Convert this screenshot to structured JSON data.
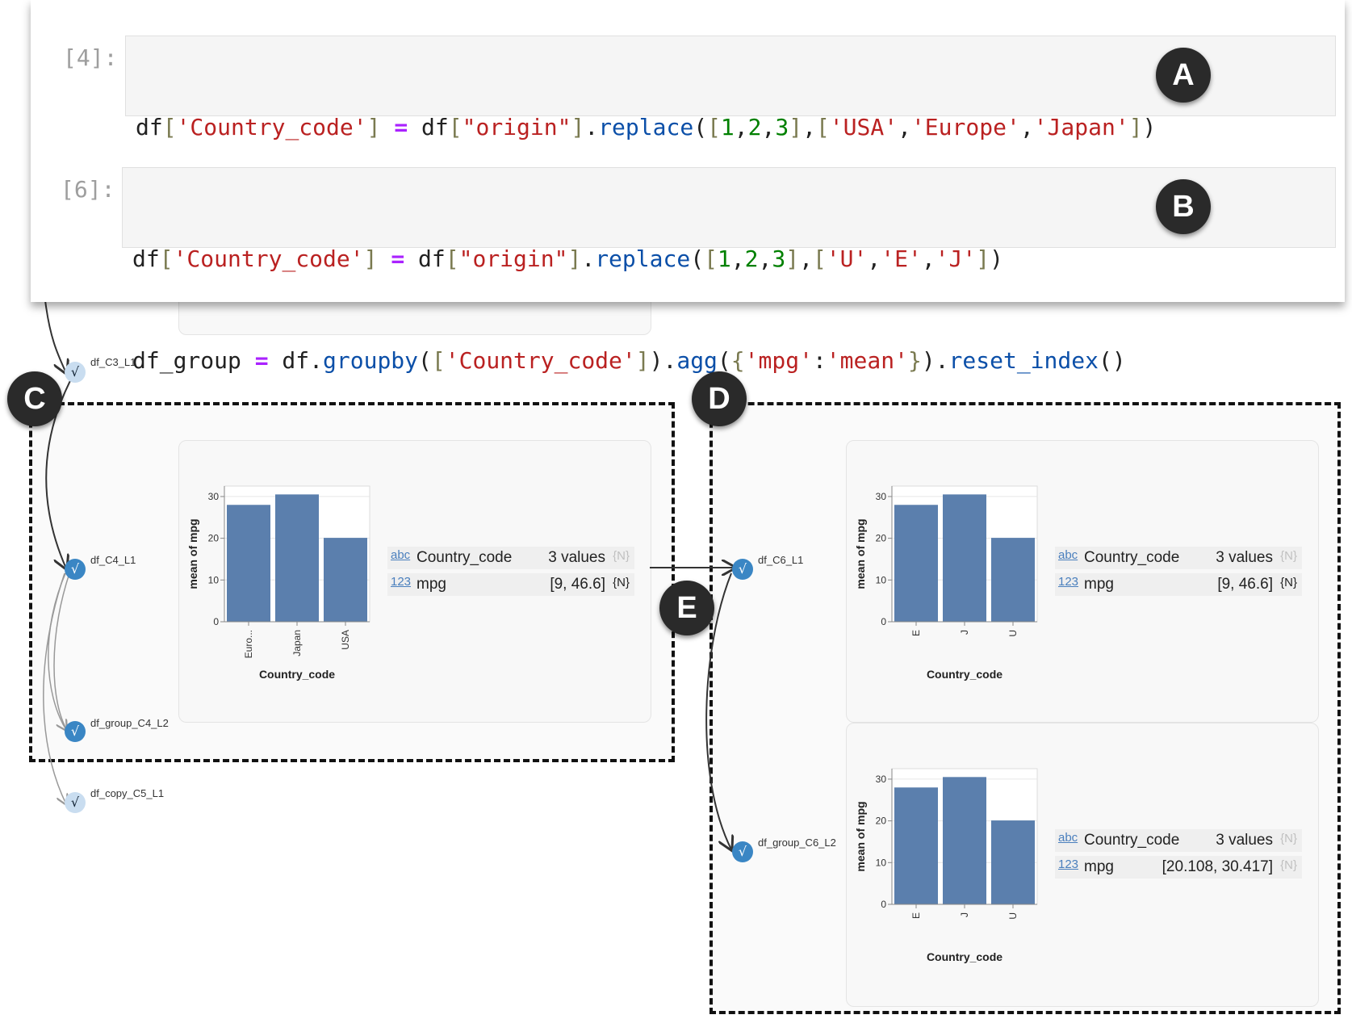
{
  "cells": [
    {
      "prompt": "[4]:",
      "badge": "A",
      "lines": [
        [
          [
            "var",
            "df"
          ],
          [
            "brk",
            "["
          ],
          [
            "str",
            "'Country_code'"
          ],
          [
            "brk",
            "]"
          ],
          [
            "var",
            " "
          ],
          [
            "op",
            "="
          ],
          [
            "var",
            " df"
          ],
          [
            "brk",
            "["
          ],
          [
            "str",
            "\"origin\""
          ],
          [
            "brk",
            "]"
          ],
          [
            "var",
            "."
          ],
          [
            "fn",
            "replace"
          ],
          [
            "var",
            "("
          ],
          [
            "brk",
            "["
          ],
          [
            "num",
            "1"
          ],
          [
            "var",
            ","
          ],
          [
            "num",
            "2"
          ],
          [
            "var",
            ","
          ],
          [
            "num",
            "3"
          ],
          [
            "brk",
            "]"
          ],
          [
            "var",
            ","
          ],
          [
            "brk",
            "["
          ],
          [
            "str",
            "'USA'"
          ],
          [
            "var",
            ","
          ],
          [
            "str",
            "'Europe'"
          ],
          [
            "var",
            ","
          ],
          [
            "str",
            "'Japan'"
          ],
          [
            "brk",
            "]"
          ],
          [
            "var",
            ")"
          ]
        ],
        [
          [
            "var",
            "df_group "
          ],
          [
            "op",
            "="
          ],
          [
            "var",
            " df."
          ],
          [
            "fn",
            "groupby"
          ],
          [
            "var",
            "("
          ],
          [
            "brk",
            "["
          ],
          [
            "str",
            "'Country_code'"
          ],
          [
            "brk",
            "]"
          ],
          [
            "var",
            ")."
          ],
          [
            "fn",
            "agg"
          ],
          [
            "var",
            "("
          ],
          [
            "brk",
            "{"
          ],
          [
            "str",
            "'mpg'"
          ],
          [
            "var",
            ":"
          ],
          [
            "str",
            "'mean'"
          ],
          [
            "brk",
            "}"
          ],
          [
            "var",
            ")."
          ],
          [
            "fn",
            "reset_index"
          ],
          [
            "var",
            "()"
          ]
        ]
      ]
    },
    {
      "prompt": "[6]:",
      "badge": "B",
      "lines": [
        [
          [
            "var",
            "df"
          ],
          [
            "brk",
            "["
          ],
          [
            "str",
            "'Country_code'"
          ],
          [
            "brk",
            "]"
          ],
          [
            "var",
            " "
          ],
          [
            "op",
            "="
          ],
          [
            "var",
            " df"
          ],
          [
            "brk",
            "["
          ],
          [
            "str",
            "\"origin\""
          ],
          [
            "brk",
            "]"
          ],
          [
            "var",
            "."
          ],
          [
            "fn",
            "replace"
          ],
          [
            "var",
            "("
          ],
          [
            "brk",
            "["
          ],
          [
            "num",
            "1"
          ],
          [
            "var",
            ","
          ],
          [
            "num",
            "2"
          ],
          [
            "var",
            ","
          ],
          [
            "num",
            "3"
          ],
          [
            "brk",
            "]"
          ],
          [
            "var",
            ","
          ],
          [
            "brk",
            "["
          ],
          [
            "str",
            "'U'"
          ],
          [
            "var",
            ","
          ],
          [
            "str",
            "'E'"
          ],
          [
            "var",
            ","
          ],
          [
            "str",
            "'J'"
          ],
          [
            "brk",
            "]"
          ],
          [
            "var",
            ")"
          ]
        ],
        [
          [
            "var",
            "df_group "
          ],
          [
            "op",
            "="
          ],
          [
            "var",
            " df."
          ],
          [
            "fn",
            "groupby"
          ],
          [
            "var",
            "("
          ],
          [
            "brk",
            "["
          ],
          [
            "str",
            "'Country_code'"
          ],
          [
            "brk",
            "]"
          ],
          [
            "var",
            ")."
          ],
          [
            "fn",
            "agg"
          ],
          [
            "var",
            "("
          ],
          [
            "brk",
            "{"
          ],
          [
            "str",
            "'mpg'"
          ],
          [
            "var",
            ":"
          ],
          [
            "str",
            "'mean'"
          ],
          [
            "brk",
            "}"
          ],
          [
            "var",
            ")."
          ],
          [
            "fn",
            "reset_index"
          ],
          [
            "var",
            "()"
          ]
        ]
      ]
    }
  ],
  "badges": {
    "c": "C",
    "d": "D",
    "e": "E"
  },
  "nodes": {
    "c3": {
      "label": "df_C3_L1",
      "check": "√"
    },
    "c4": {
      "label": "df_C4_L1",
      "check": "√"
    },
    "group_c4": {
      "label": "df_group_C4_L2",
      "check": "√"
    },
    "copy_c5": {
      "label": "df_copy_C5_L1",
      "check": "√"
    },
    "c6": {
      "label": "df_C6_L1",
      "check": "√"
    },
    "group_c6": {
      "label": "df_group_C6_L2",
      "check": "√"
    }
  },
  "summaries": {
    "c4": [
      {
        "type": "abc",
        "field": "Country_code",
        "range": "3 values",
        "tag": "{N}",
        "tag_muted": true
      },
      {
        "type": "123",
        "field": "mpg",
        "range": "[9, 46.6]",
        "tag": "{N}",
        "tag_muted": false
      }
    ],
    "c6": [
      {
        "type": "abc",
        "field": "Country_code",
        "range": "3 values",
        "tag": "{N}",
        "tag_muted": true
      },
      {
        "type": "123",
        "field": "mpg",
        "range": "[9, 46.6]",
        "tag": "{N}",
        "tag_muted": false
      }
    ],
    "group_c6": [
      {
        "type": "abc",
        "field": "Country_code",
        "range": "3 values",
        "tag": "{N}",
        "tag_muted": true
      },
      {
        "type": "123",
        "field": "mpg",
        "range": "[20.108, 30.417]",
        "tag": "{N}",
        "tag_muted": true
      }
    ]
  },
  "colors": {
    "bar": "#5b7fad",
    "badge": "#2a2a2a",
    "node_dark": "#3a86c4",
    "node_light": "#c9ddf0"
  },
  "chart_data": [
    {
      "type": "bar",
      "categories": [
        "Euro...",
        "Japan",
        "USA"
      ],
      "values": [
        28.0,
        30.5,
        20.1
      ],
      "xlabel": "Country_code",
      "ylabel": "mean of mpg",
      "yticks": [
        0,
        10,
        20,
        30
      ],
      "ylim": [
        0,
        32.5
      ],
      "grid": true
    },
    {
      "type": "bar",
      "categories": [
        "E",
        "J",
        "U"
      ],
      "values": [
        28.0,
        30.5,
        20.1
      ],
      "xlabel": "Country_code",
      "ylabel": "mean of mpg",
      "yticks": [
        0,
        10,
        20,
        30
      ],
      "ylim": [
        0,
        32.5
      ],
      "grid": true
    },
    {
      "type": "bar",
      "categories": [
        "E",
        "J",
        "U"
      ],
      "values": [
        28.0,
        30.5,
        20.1
      ],
      "xlabel": "Country_code",
      "ylabel": "mean of mpg",
      "yticks": [
        0,
        10,
        20,
        30
      ],
      "ylim": [
        0,
        32.5
      ],
      "grid": true
    }
  ]
}
